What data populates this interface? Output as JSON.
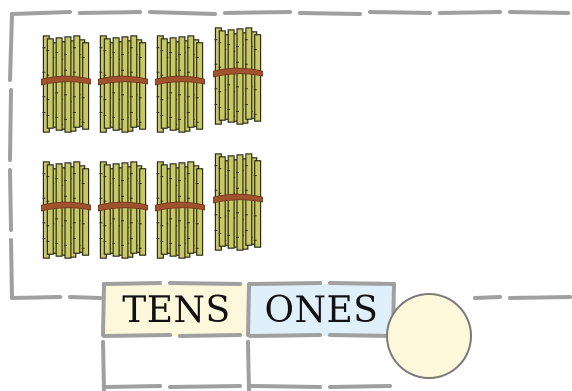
{
  "place_value_table": {
    "tens_label": "TENS",
    "ones_label": "ONES",
    "tens_answer": "",
    "ones_answer": ""
  },
  "bundles": {
    "count": 8,
    "sticks_per_bundle": 10
  },
  "answer_circle": {
    "value": ""
  },
  "colors": {
    "frame": "#a0a0a0",
    "stick_fill": "#c8c865",
    "stick_outline": "#2a2a1a",
    "band": "#a0522d",
    "tens_header_bg": "#fdf8dc",
    "ones_header_bg": "#dff0fb",
    "circle_fill": "#fdf8dc"
  }
}
